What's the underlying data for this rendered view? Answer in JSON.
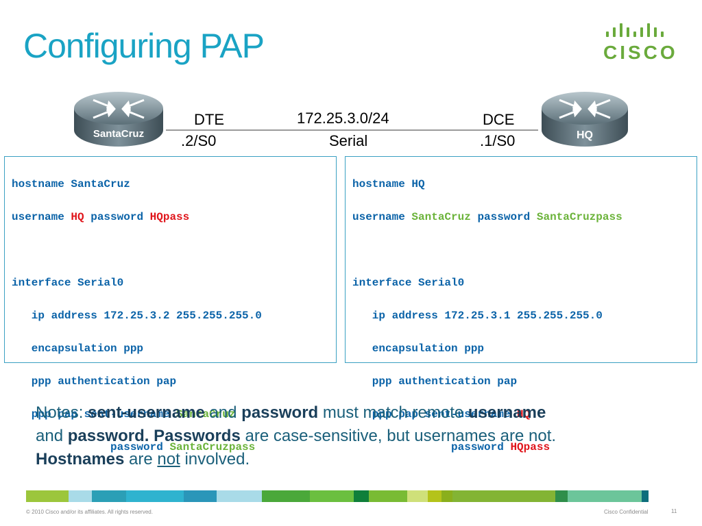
{
  "slide": {
    "title": "Configuring PAP",
    "logo_text": "CISCO"
  },
  "topology": {
    "left_router_label": "SantaCruz",
    "right_router_label": "HQ",
    "dte_label": "DTE",
    "dce_label": "DCE",
    "network": "172.25.3.0/24",
    "link_type": "Serial",
    "left_interface": ".2/S0",
    "right_interface": ".1/S0"
  },
  "config_santacruz": {
    "l1a": "hostname SantaCruz",
    "l2a": "username ",
    "l2b": "HQ",
    "l2c": " password ",
    "l2d": "HQpass",
    "l4a": "interface Serial0",
    "l5a": "   ip address 172.25.3.2 255.255.255.0",
    "l6a": "   encapsulation ppp",
    "l7a": "   ppp authentication pap",
    "l8a": "   ppp pap sent-username ",
    "l8b": "SantaCruz",
    "l9a": "               password ",
    "l9b": "SantaCruzpass"
  },
  "config_hq": {
    "l1a": "hostname HQ",
    "l2a": "username ",
    "l2b": "SantaCruz",
    "l2c": " password ",
    "l2d": "SantaCruzpass",
    "l4a": "interface Serial0",
    "l5a": "   ip address 172.25.3.1 255.255.255.0",
    "l6a": "   encapsulation ppp",
    "l7a": "   ppp authentication pap",
    "l8a": "   ppp pap sent-username ",
    "l8b": "HQ",
    "l9a": "               password ",
    "l9b": "HQpass"
  },
  "notes": {
    "n1": "Notes: ",
    "n2": "sent-username",
    "n3": " and ",
    "n4": "password",
    "n5": " must match remote ",
    "n6": "username",
    "n7": "and ",
    "n8": "password. Passwords",
    "n9": " are case-sensitive, but usernames are not.",
    "n10": "Hostnames",
    "n11": " are ",
    "n12": "not",
    "n13": " involved."
  },
  "footer": {
    "copyright": "© 2010 Cisco and/or its affiliates. All rights reserved.",
    "confidential": "Cisco Confidential",
    "page": "11"
  },
  "colors": {
    "title": "#1aa3c4",
    "config_text": "#0b63a8",
    "config_highlight_red": "#e0151b",
    "config_highlight_green": "#6bb33a",
    "box_border": "#3aa0c2",
    "logo": "#6aaa3c",
    "bar_segments": [
      "#9cc63c",
      "#a9dbe8",
      "#2b9fb6",
      "#2fb3cf",
      "#2a96b9",
      "#a9dbe8",
      "#4aa83a",
      "#6bbf3f",
      "#0f7f3a",
      "#79bb34",
      "#cfe07a",
      "#b4c31a",
      "#8aaf1c",
      "#83b434",
      "#2f8e4a",
      "#6cc59a",
      "#0e6e7c"
    ]
  }
}
